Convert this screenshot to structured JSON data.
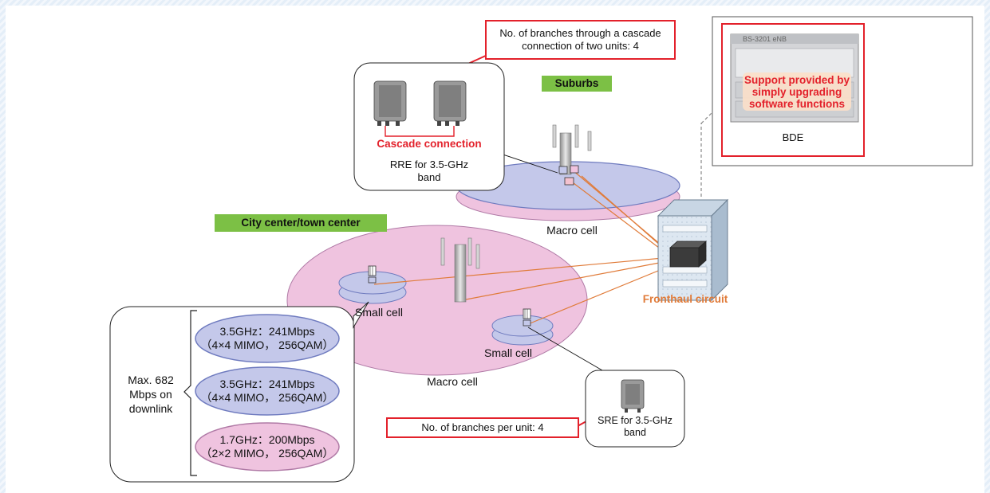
{
  "regions": {
    "suburbs": "Suburbs",
    "city_center": "City center/town center"
  },
  "callouts": {
    "cascade_branches": "No. of branches through a cascade connection of two units: 4",
    "per_unit_branches": "No. of branches per unit: 4"
  },
  "rre_box": {
    "connection_label": "Cascade connection",
    "caption_line1": "RRE for 3.5-GHz",
    "caption_line2": "band"
  },
  "bde_box": {
    "device_tag": "BS-3201 eNB",
    "support_line1": "Support provided by",
    "support_line2": "simply upgrading",
    "support_line3": "software functions",
    "caption": "BDE"
  },
  "cells": {
    "macro_suburbs": "Macro cell",
    "macro_city": "Macro cell",
    "small_left": "Small cell",
    "small_right": "Small cell"
  },
  "fronthaul": "Fronthaul circuit",
  "sre_box": {
    "caption_line1": "SRE for 3.5-GHz",
    "caption_line2": "band"
  },
  "throughput": {
    "max_line1": "Max. 682",
    "max_line2": "Mbps on",
    "max_line3": "downlink",
    "band1_line1": "3.5GHz：241Mbps",
    "band1_line2": "（4×4 MIMO， 256QAM）",
    "band2_line1": "3.5GHz：241Mbps",
    "band2_line2": "（4×4 MIMO， 256QAM）",
    "band3_line1": "1.7GHz：200Mbps",
    "band3_line2": "（2×2 MIMO， 256QAM）"
  },
  "colors": {
    "accent_red": "#e3212b",
    "fronthaul_orange": "#e07b39",
    "macro_pink": "#efc3df",
    "cell_blue": "#c4c8ea",
    "tag_green": "#7cc045"
  }
}
